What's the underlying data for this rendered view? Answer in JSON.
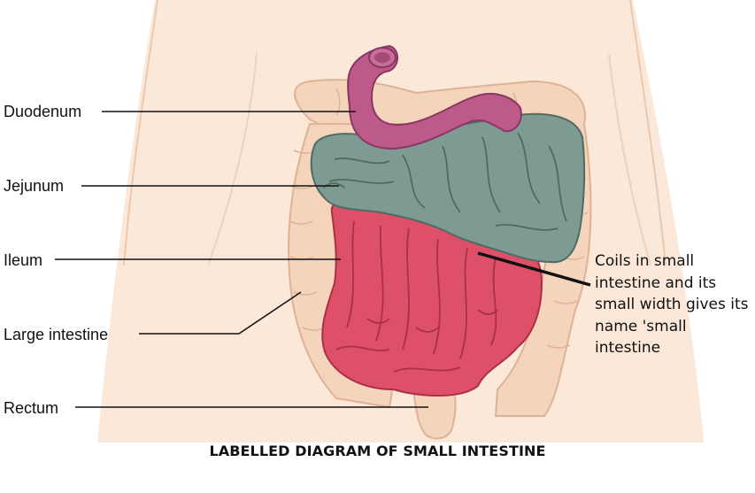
{
  "labels": {
    "duodenum": "Duodenum",
    "jejunum": "Jejunum",
    "ileum": "Ileum",
    "large_intestine": "Large intestine",
    "rectum": "Rectum"
  },
  "note": "Coils in small intestine and its small width gives its name 'small intestine",
  "caption": "LABELLED DIAGRAM OF SMALL INTESTINE",
  "colors": {
    "skin": "#fbe8d9",
    "skin_outline": "#ecc8ad",
    "large_intestine": "#f5d4bc",
    "large_intestine_outline": "#deb295",
    "duodenum": "#bd5a8a",
    "jejunum": "#7d9b92",
    "ileum": "#dd5068",
    "ileum_fold": "#a93046",
    "leader_line": "#111111"
  }
}
